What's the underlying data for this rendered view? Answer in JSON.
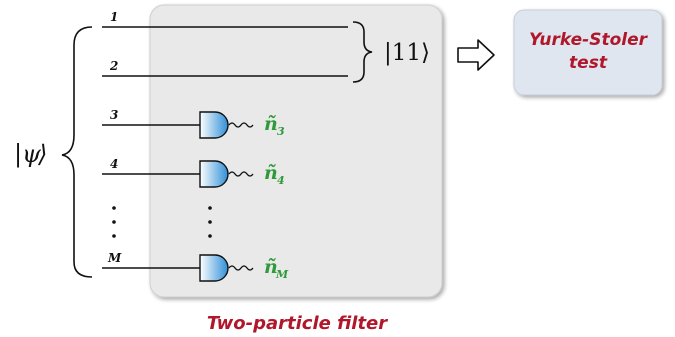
{
  "state": {
    "symbol": "ψ"
  },
  "modes": [
    "1",
    "2",
    "3",
    "4",
    "M"
  ],
  "detectors": [
    {
      "mode": "3",
      "outcome": "ñ",
      "subscript": "3"
    },
    {
      "mode": "4",
      "outcome": "ñ",
      "subscript": "4"
    },
    {
      "mode": "M",
      "outcome": "ñ",
      "subscript": "M"
    }
  ],
  "postselected_state": "|11⟩",
  "test_box": {
    "line1": "Yurke-Stoler",
    "line2": "test"
  },
  "filter_label": "Two-particle filter",
  "colors": {
    "filter_fill": "#e9e9e9",
    "test_fill": "#dfe6ef",
    "detector_fill": "#2f8fd8",
    "outcome_text": "#2e9a3a",
    "label_red": "#b0172a"
  }
}
